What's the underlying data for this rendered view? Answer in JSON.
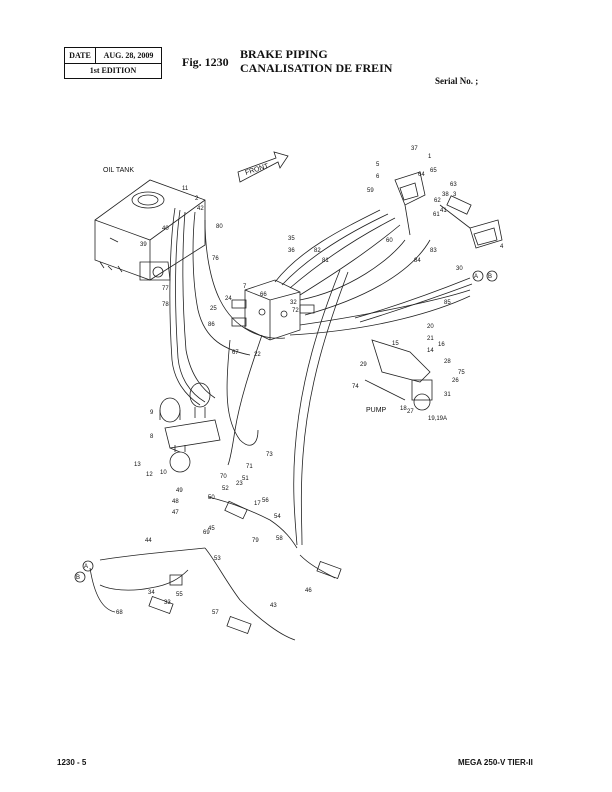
{
  "header": {
    "date_label": "DATE",
    "date_value": "AUG. 28, 2009",
    "edition": "1st EDITION",
    "fig_number": "Fig. 1230",
    "title_en": "BRAKE PIPING",
    "title_fr": "CANALISATION DE FREIN",
    "serial": "Serial No. ;"
  },
  "diagram": {
    "oil_tank": "OIL TANK",
    "front": "FRONT",
    "pump": "PUMP",
    "connector_a": "A",
    "connector_b": "B",
    "callouts": [
      "1",
      "2",
      "3",
      "4",
      "5",
      "6",
      "7",
      "8",
      "9",
      "10",
      "11",
      "12",
      "13",
      "14",
      "15",
      "16",
      "17",
      "18",
      "19,19A",
      "20",
      "21",
      "22",
      "23",
      "24",
      "25",
      "26",
      "27",
      "28",
      "29",
      "30",
      "31",
      "32",
      "33",
      "34",
      "35",
      "36",
      "37",
      "38",
      "39",
      "40",
      "41",
      "42",
      "43",
      "44",
      "45",
      "46",
      "47",
      "48",
      "49",
      "50",
      "51",
      "52",
      "53",
      "54",
      "55",
      "56",
      "57",
      "58",
      "59",
      "60",
      "61",
      "62",
      "63",
      "64",
      "65",
      "66",
      "67",
      "68",
      "69",
      "70",
      "71",
      "72",
      "73",
      "74",
      "75",
      "76",
      "77",
      "78",
      "79",
      "80",
      "81",
      "82",
      "83",
      "84",
      "85",
      "86"
    ]
  },
  "footer": {
    "page": "1230 - 5",
    "model": "MEGA 250-V TIER-II"
  }
}
